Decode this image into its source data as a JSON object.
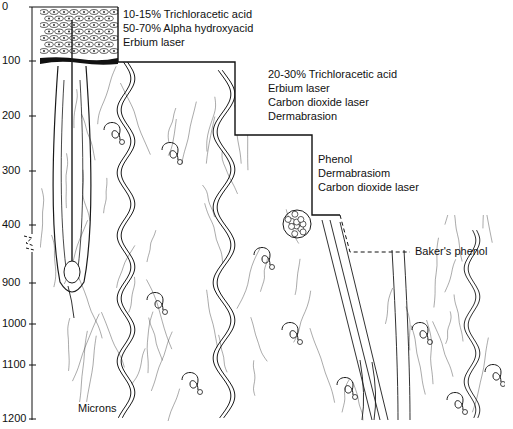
{
  "diagram": {
    "labels": [
      "0",
      "100",
      "200",
      "300",
      "400",
      "900",
      "1000",
      "1100",
      "1200",
      "Microns",
      "10-15% Trichloracetic acid",
      "50-70% Alpha hydroxyacid",
      "Erbium laser",
      "20-30% Trichloracetic acid",
      "Erbium laser",
      "Carbon dioxide laser",
      "Dermabrasion",
      "Phenol",
      "Dermabrasiom",
      "Carbon dioxide laser",
      "Baker's phenol"
    ]
  }
}
